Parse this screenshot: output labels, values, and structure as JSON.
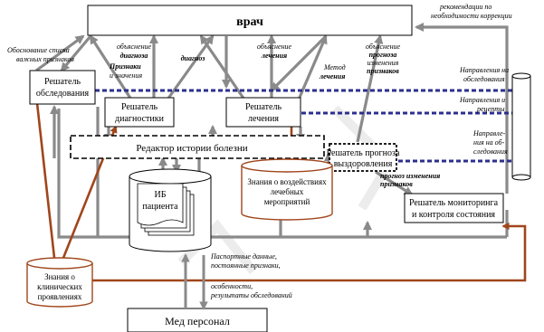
{
  "nodes": {
    "doctor": "врач",
    "examination_solver": [
      "Решатель",
      "обследования"
    ],
    "diagnostics_solver": [
      "Решатель",
      "диагностики"
    ],
    "treatment_solver": [
      "Решатель",
      "лечения"
    ],
    "history_editor": "Редактор  истории болезни",
    "prognosis_solver": [
      "Решатель прогноза",
      "выздоровления"
    ],
    "patient_record": [
      "ИБ",
      "пациента"
    ],
    "treatment_knowledge": [
      "Знания о воздействиях",
      "лечебных",
      "мероприятий"
    ],
    "monitoring_solver": [
      "Решатель мониторинга",
      "и контроля состояния"
    ],
    "clinical_knowledge": [
      "Знания о",
      "клинических",
      "проявлениях"
    ],
    "medical_staff": "Мед персонал"
  },
  "annotations": {
    "list_justification": [
      "Обоснование списка",
      "важных признаков"
    ],
    "diagnosis_explanation": [
      "объяснение",
      "диагноза"
    ],
    "signs_values": [
      "Признаки",
      "и значения"
    ],
    "diagnosis": "диагноз",
    "treatment_explanation": [
      "объяснение",
      "лечения"
    ],
    "treatment_method": [
      "Метод",
      "лечения"
    ],
    "prognosis_explanation": [
      "объяснение",
      "прогноза",
      "изменения",
      "признаков"
    ],
    "correction_recommendations": [
      "рекомендации по",
      "необходимости коррекции"
    ],
    "exam_referrals": [
      "Направления на",
      "обследования"
    ],
    "referrals_prescriptions": [
      "Направления  и",
      "рецепты"
    ],
    "exam_referrals_2": [
      "Направле-",
      "ния на об-",
      "следования"
    ],
    "sign_change_prognosis": [
      "прогноз изменения",
      "признаков"
    ],
    "passport_data": [
      "Паспортные данные,",
      "постоянные признаки,"
    ],
    "features_results": [
      "особенности,",
      "результаты обследований"
    ]
  },
  "colors": {
    "box_stroke": "#000000",
    "gray_arrow": "#8a8a8a",
    "brown_arrow": "#a0461c",
    "blue_dashed": "#2b2f8f"
  }
}
